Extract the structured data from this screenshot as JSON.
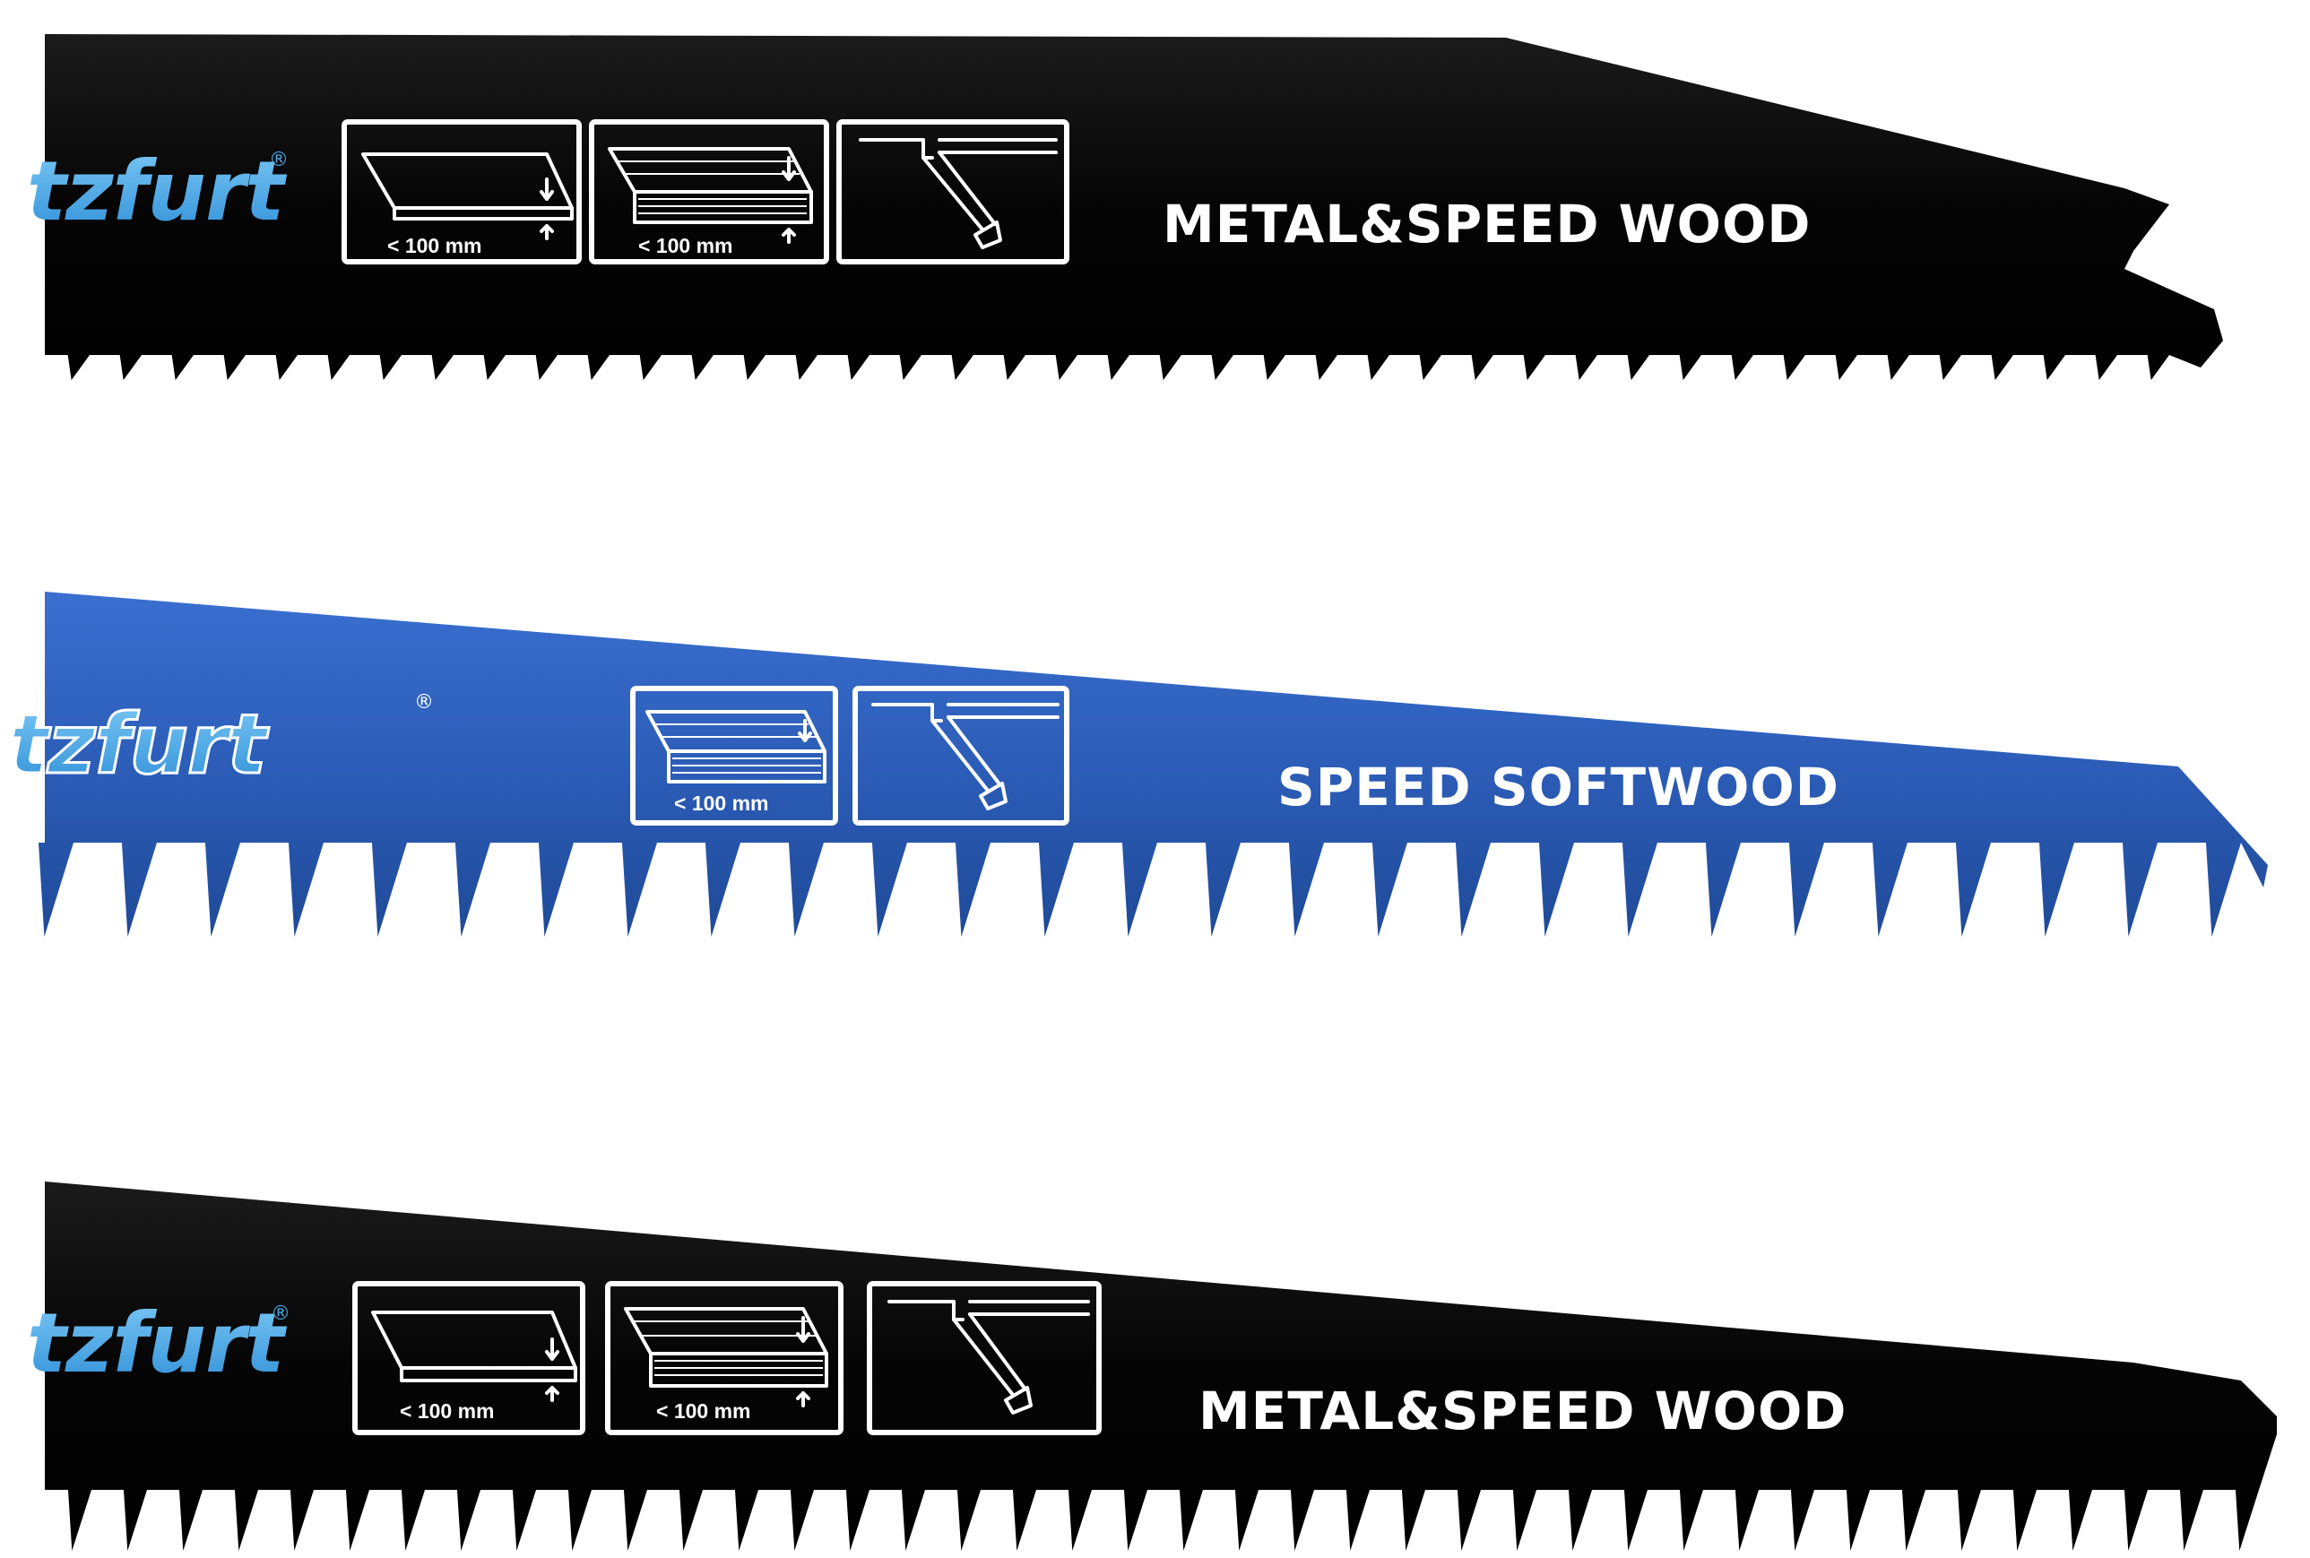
{
  "blades": [
    {
      "id": "top",
      "color": "#000000",
      "logo": "tzfurt",
      "label": "METAL&SPEED WOOD",
      "icons": [
        {
          "name": "metal-sheet-icon",
          "caption": "< 100 mm"
        },
        {
          "name": "wood-board-icon",
          "caption": "< 100 mm"
        },
        {
          "name": "straight-cut-icon",
          "caption": ""
        }
      ]
    },
    {
      "id": "middle",
      "color": "#2a5bb5",
      "logo": "tzfurt",
      "label": "SPEED SOFTWOOD",
      "icons": [
        {
          "name": "wood-board-icon",
          "caption": "< 100 mm"
        },
        {
          "name": "straight-cut-icon",
          "caption": ""
        }
      ]
    },
    {
      "id": "bottom",
      "color": "#000000",
      "logo": "tzfurt",
      "label": "METAL&SPEED WOOD",
      "icons": [
        {
          "name": "metal-sheet-icon",
          "caption": "< 100 mm"
        },
        {
          "name": "wood-board-icon",
          "caption": "< 100 mm"
        },
        {
          "name": "straight-cut-icon",
          "caption": ""
        }
      ]
    }
  ],
  "logo_accent": "#4aa8e6",
  "label_color": "#ffffff",
  "registered_mark": "®"
}
